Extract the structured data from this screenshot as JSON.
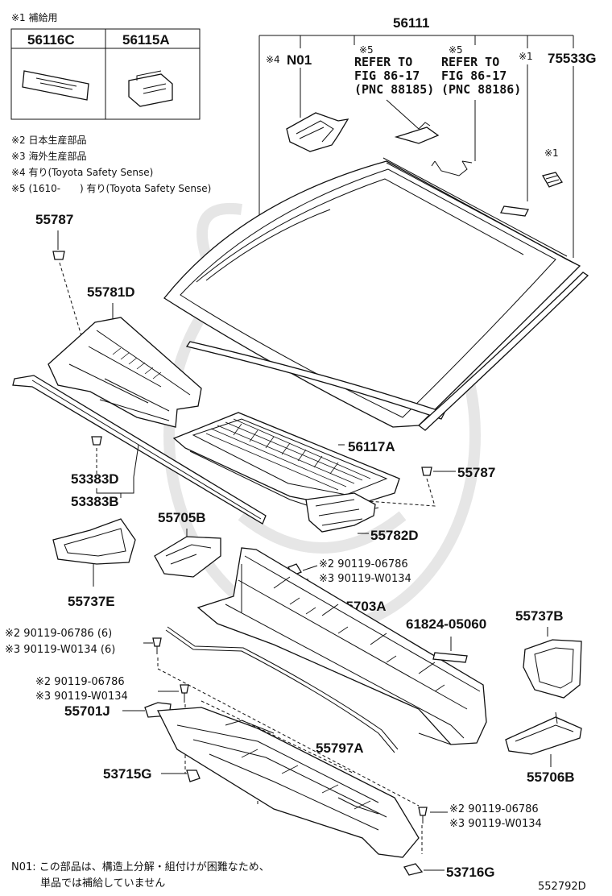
{
  "legend": {
    "supply_note": "※1 補給用",
    "table_headers": [
      "56116C",
      "56115A"
    ],
    "notes": [
      "※2 日本生産部品",
      "※3 海外生産部品",
      "※4 有り(Toyota Safety Sense)",
      "※5 (1610-　　) 有り(Toyota Safety Sense)"
    ]
  },
  "callouts": {
    "c56111": "56111",
    "n01_mark": "※4",
    "n01": "N01",
    "ref1_mark": "※5",
    "ref1_line1": "REFER TO",
    "ref1_line2": "FIG 86-17",
    "ref1_line3": "(PNC 88185)",
    "ref2_mark": "※5",
    "ref2_line1": "REFER TO",
    "ref2_line2": "FIG 86-17",
    "ref2_line3": "(PNC 88186)",
    "mark1_top": "※1",
    "c75533G": "75533G",
    "mark1_clip": "※1",
    "c55787_top": "55787",
    "c55781D": "55781D",
    "c56117A": "56117A",
    "c55787_right": "55787",
    "c53383D": "53383D",
    "c53383B": "53383B",
    "c55705B": "55705B",
    "c55782D": "55782D",
    "c55737E": "55737E",
    "bolt_a_jp": "※2 90119-06786",
    "bolt_a_os": "※3 90119-W0134",
    "c55703A": "55703A",
    "c61824": "61824-05060",
    "c55737B": "55737B",
    "bolt_b_jp": "※2 90119-06786 (6)",
    "bolt_b_os": "※3 90119-W0134 (6)",
    "bolt_c_jp": "※2 90119-06786",
    "bolt_c_os": "※3 90119-W0134",
    "c55701J": "55701J",
    "c55797A": "55797A",
    "c55706B": "55706B",
    "c53715G": "53715G",
    "bolt_d_jp": "※2 90119-06786",
    "bolt_d_os": "※3 90119-W0134",
    "c53716G": "53716G"
  },
  "footer": {
    "n01_note_line1": "N01: この部品は、構造上分解・組付けが困難なため、",
    "n01_note_line2": "単品では補給していません",
    "figure_id": "552792D"
  }
}
